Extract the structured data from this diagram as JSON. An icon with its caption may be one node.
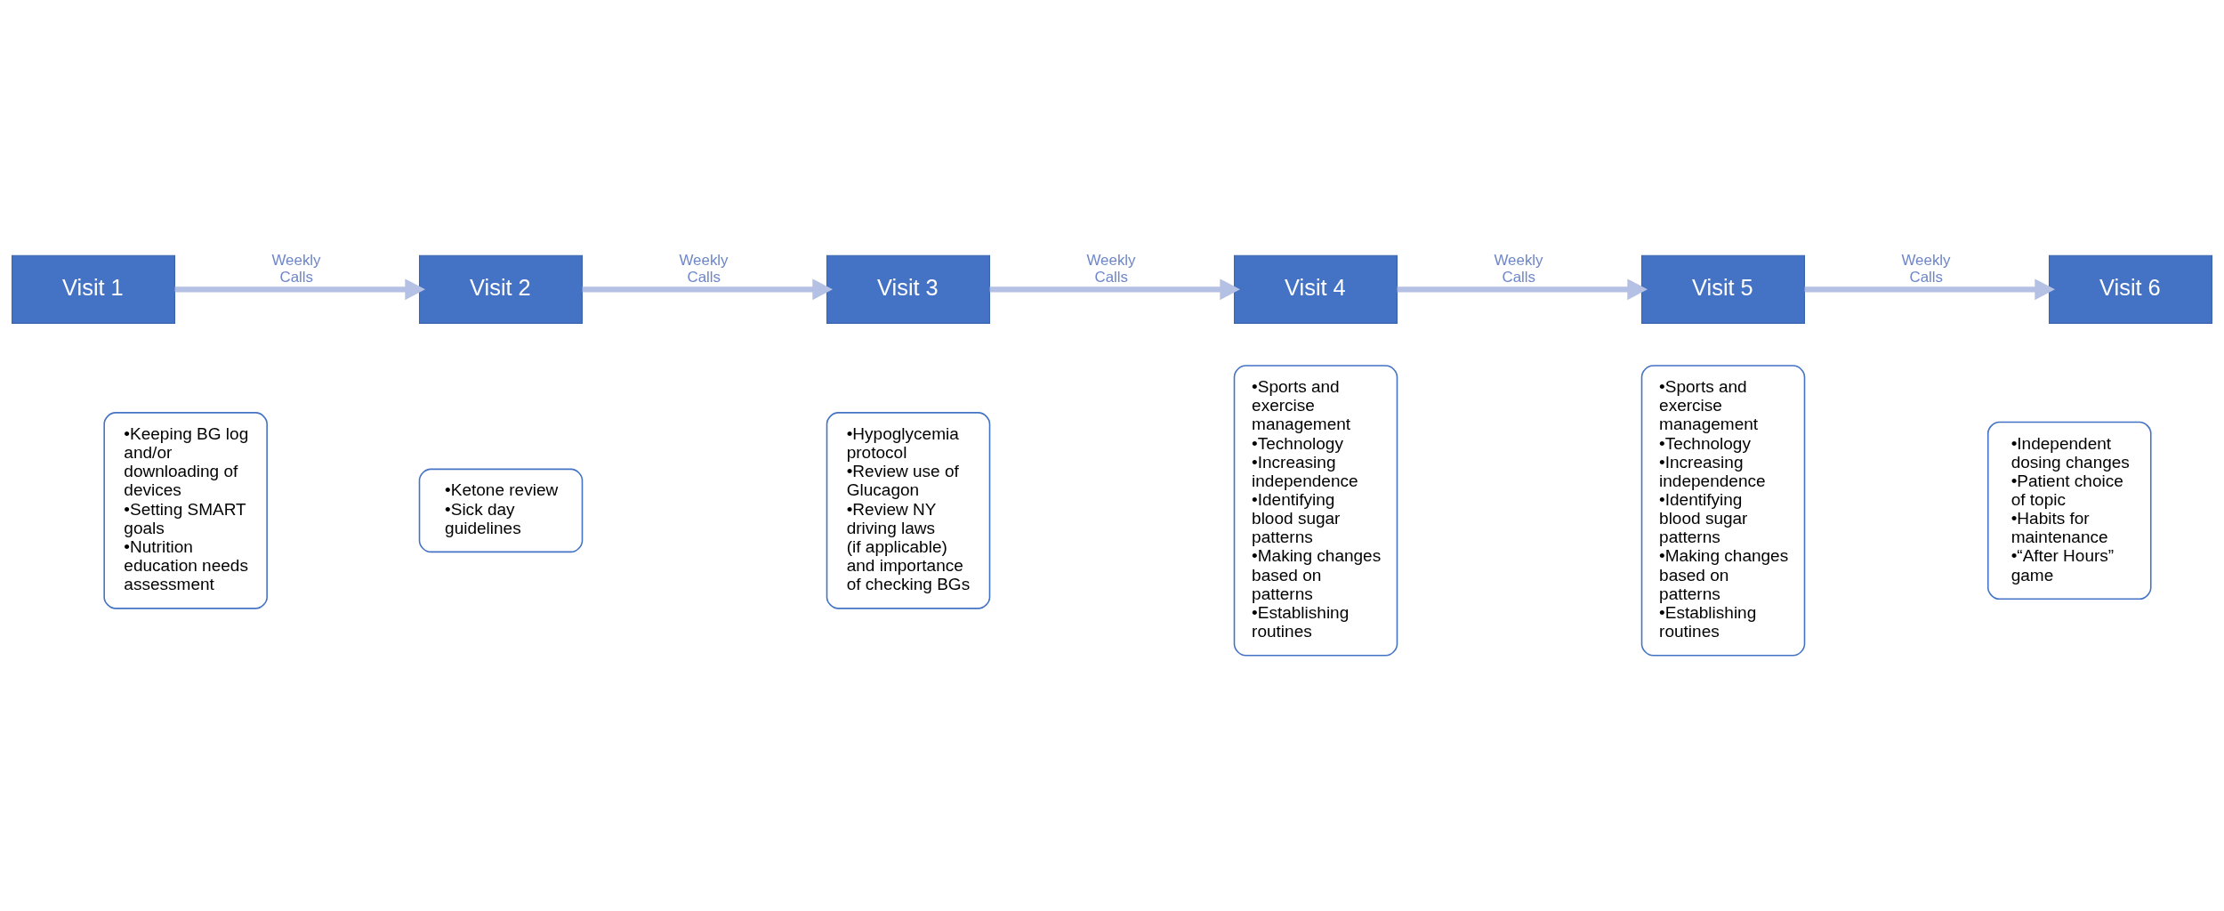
{
  "diagram": {
    "nodes": [
      {
        "text": [
          "Visit 1"
        ]
      },
      {
        "text": [
          "Visit 2"
        ]
      },
      {
        "text": [
          "Visit 3"
        ]
      },
      {
        "text": [
          "Visit 4"
        ]
      },
      {
        "text": [
          "Visit 5"
        ]
      },
      {
        "text": [
          "Visit 6"
        ]
      },
      {
        "text": [
          "•Keeping BG log and/or downloading of devices",
          "•Setting SMART goals",
          "•Nutrition education needs assessment"
        ]
      },
      {
        "text": [
          "•Ketone review",
          "•Sick day guidelines"
        ]
      },
      {
        "text": [
          "•Hypoglycemia protocol",
          "•Review use of Glucagon",
          "•Review NY driving laws",
          "(if applicable) and importance of checking BGs"
        ]
      },
      {
        "text": [
          "•Sports and exercise management",
          "•Technology",
          "•Increasing independence",
          "•Identifying blood sugar patterns",
          "•Making changes based on patterns",
          "•Establishing routines"
        ]
      },
      {
        "text": [
          "•Sports and exercise management",
          "•Technology",
          "•Increasing independence",
          "•Identifying blood sugar patterns",
          "•Making changes based on patterns",
          "•Establishing routines"
        ]
      },
      {
        "text": [
          "•Independent dosing changes",
          "•Patient choice of topic",
          "•Habits for maintenance",
          "•“After Hours” game"
        ]
      }
    ],
    "edges": [
      {
        "from": 0,
        "to": 1,
        "arrow": "to",
        "label": "Weekly Calls"
      },
      {
        "from": 1,
        "to": 2,
        "arrow": "to",
        "label": "Weekly Calls"
      },
      {
        "from": 2,
        "to": 3,
        "arrow": "to",
        "label": "Weekly Calls"
      },
      {
        "from": 3,
        "to": 4,
        "arrow": "to",
        "label": "Weekly Calls"
      },
      {
        "from": 4,
        "to": 5,
        "arrow": "to",
        "label": "Weekly Calls"
      }
    ]
  }
}
